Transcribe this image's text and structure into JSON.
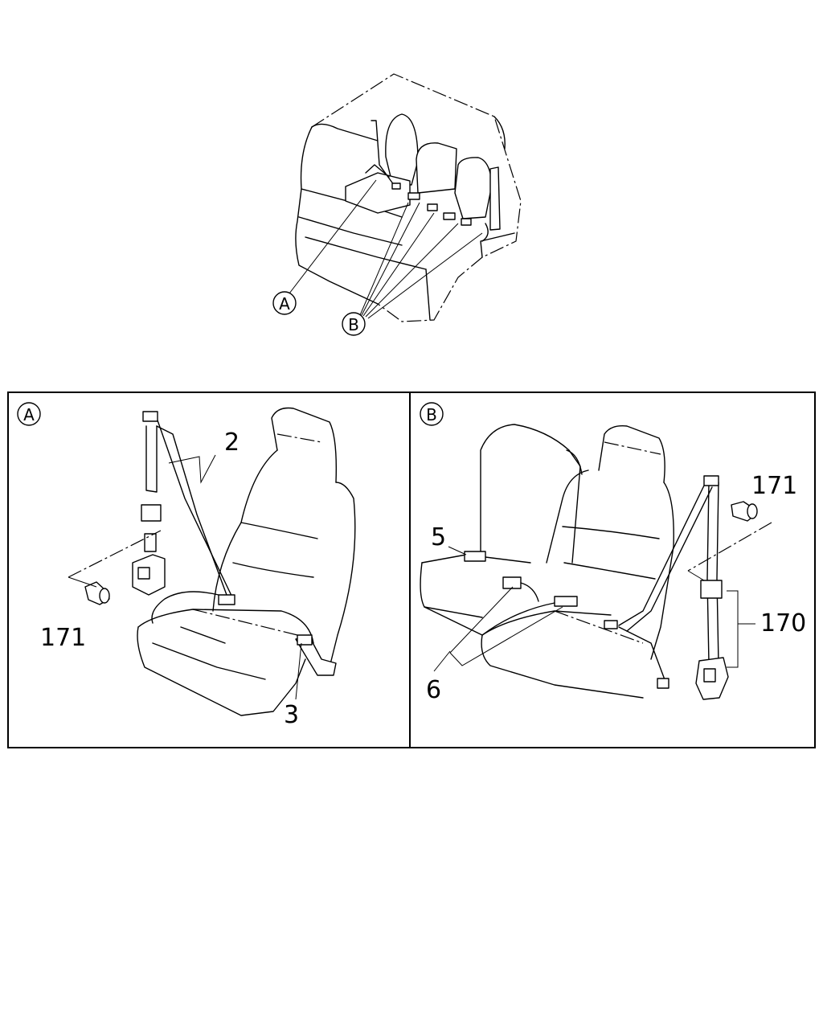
{
  "overview": {
    "callout_a": "A",
    "callout_b": "B"
  },
  "panel_a": {
    "badge": "A",
    "parts": [
      "2",
      "171",
      "3"
    ]
  },
  "panel_b": {
    "badge": "B",
    "parts": [
      "171",
      "5",
      "170",
      "6"
    ]
  }
}
